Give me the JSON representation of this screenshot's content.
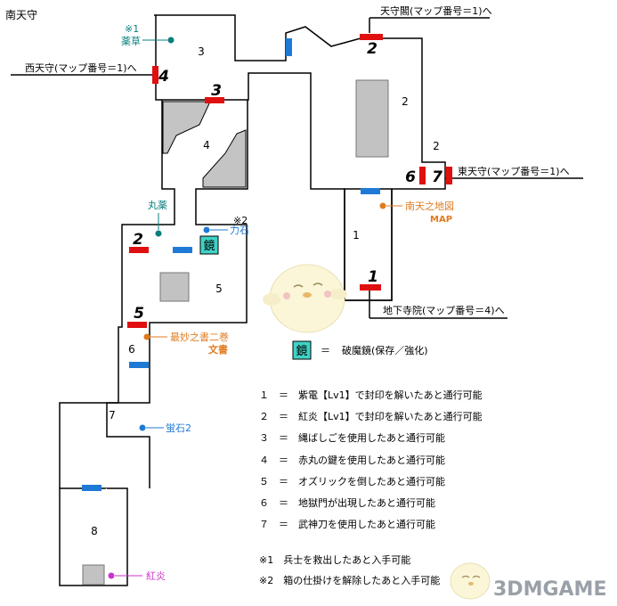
{
  "title": "南天守",
  "rooms": [
    "1",
    "2",
    "3",
    "4",
    "5",
    "6",
    "7",
    "8"
  ],
  "door_numbers": [
    "1",
    "2",
    "3",
    "4",
    "5",
    "6",
    "7"
  ],
  "right_room2_label": "2",
  "exits": {
    "top": "天守閣(マップ番号＝1)へ",
    "west": "西天守(マップ番号＝1)へ",
    "east": "東天守(マップ番号＝1)へ",
    "down": "地下寺院(マップ番号＝4)へ"
  },
  "items": {
    "yakusou_note": "※1",
    "yakusou": "薬草",
    "marugusuri": "丸薬",
    "rikiseki_note": "※2",
    "rikiseki": "力石",
    "map_item": "南天之地図",
    "map_tag": "MAP",
    "book": "最妙之書二巻",
    "book_tag": "文書",
    "hotaru": "蛍石2",
    "kouen": "紅炎"
  },
  "mirror": {
    "symbol": "鏡",
    "equals": "＝",
    "meaning": "破魔鏡(保存／強化)"
  },
  "legend": [
    "１　＝　紫電【Lv1】で封印を解いたあと通行可能",
    "２　＝　紅炎【Lv1】で封印を解いたあと通行可能",
    "３　＝　縄ばしごを使用したあと通行可能",
    "４　＝　赤丸の鍵を使用したあと通行可能",
    "５　＝　オズリックを倒したあと通行可能",
    "６　＝　地獄門が出現したあと通行可能",
    "７　＝　武神刀を使用したあと通行可能"
  ],
  "notes": [
    "※1　兵士を救出したあと入手可能",
    "※2　箱の仕掛けを解除したあと入手可能"
  ],
  "watermark": "3DMGAME",
  "colors": {
    "door_red": "#e01010",
    "door_blue": "#1f7ad6",
    "pillar_gray": "#c2c2c2",
    "teal": "#0a7d7d",
    "orange": "#e07b20",
    "blue_item": "#1f7ad6",
    "magenta": "#cc33cc",
    "mirror_bg": "#3fd3c6"
  }
}
